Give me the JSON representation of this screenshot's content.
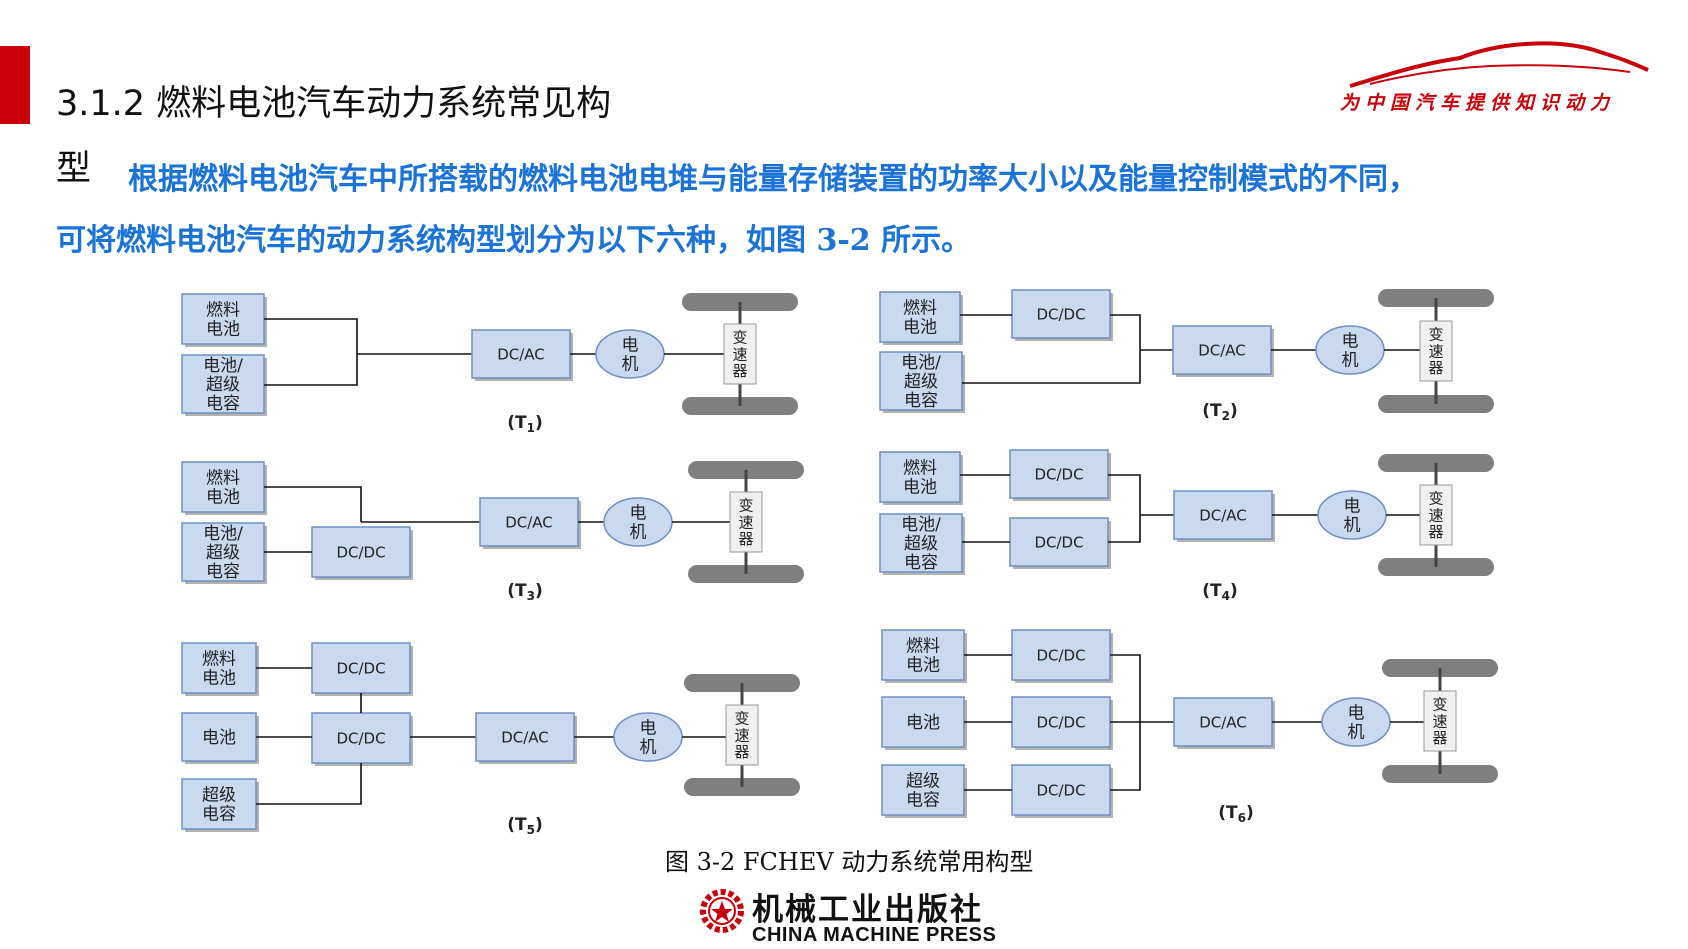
{
  "header": {
    "title_line1": "3.1.2  燃料电池汽车动力系统常见构",
    "title_line2": "型",
    "slogan": "为中国汽车提供知识动力",
    "brand_color": "#c8000a"
  },
  "intro": {
    "line1": "根据燃料电池汽车中所搭载的燃料电池电堆与能量存储装置的功率大小以及能量控制模式的不同，",
    "line2": "可将燃料电池汽车的动力系统构型划分为以下六种，如图 3-2 所示。",
    "color": "#1a73d9"
  },
  "diagram": {
    "labels": {
      "fuel_cell": "燃料\n电池",
      "battery_sc": "电池/\n超级\n电容",
      "battery": "电池",
      "supercap": "超级\n电容",
      "dcdc": "DC/DC",
      "dcac": "DC/AC",
      "motor": "电\n机",
      "gearbox": "变\n速\n器"
    },
    "configs": [
      {
        "id": "T1",
        "label_main": "(T",
        "label_sub": "1",
        "label_end": ")"
      },
      {
        "id": "T2",
        "label_main": "(T",
        "label_sub": "2",
        "label_end": ")"
      },
      {
        "id": "T3",
        "label_main": "(T",
        "label_sub": "3",
        "label_end": ")"
      },
      {
        "id": "T4",
        "label_main": "(T",
        "label_sub": "4",
        "label_end": ")"
      },
      {
        "id": "T5",
        "label_main": "(T",
        "label_sub": "5",
        "label_end": ")"
      },
      {
        "id": "T6",
        "label_main": "(T",
        "label_sub": "6",
        "label_end": ")"
      }
    ],
    "box_fill": "#c9d9f0",
    "box_stroke": "#6f8fc4",
    "wheel_fill": "#7f7f7f"
  },
  "caption": "图 3-2 FCHEV 动力系统常用构型",
  "publisher": {
    "name_cn": "机械工业出版社",
    "name_en": "CHINA MACHINE PRESS"
  }
}
